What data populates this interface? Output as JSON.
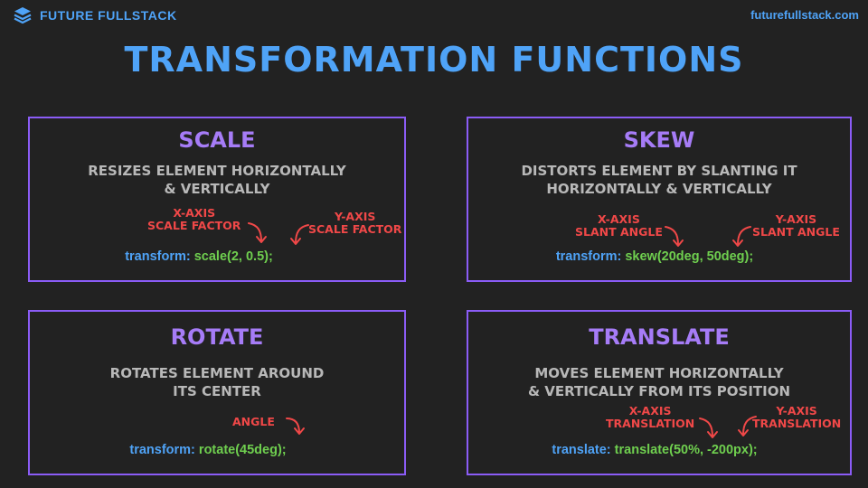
{
  "header": {
    "brand": "FUTURE FULLSTACK",
    "url": "futurefullstack.com",
    "title": "TRANSFORMATION FUNCTIONS"
  },
  "colors": {
    "background": "#222222",
    "accent_blue": "#4fa3f7",
    "card_border": "#8b5cf6",
    "card_title": "#a67cf7",
    "annotation_red": "#f04848",
    "code_value_green": "#6fcf4f",
    "description_grey": "#b8b8b8"
  },
  "cards": {
    "scale": {
      "title": "SCALE",
      "desc": [
        "RESIZES ELEMENT HORIZONTALLY",
        "& VERTICALLY"
      ],
      "anno1": [
        "X-AXIS",
        "SCALE FACTOR"
      ],
      "anno2": [
        "Y-AXIS",
        "SCALE FACTOR"
      ],
      "code_prop": "transform:",
      "code_val": "scale(2, 0.5);"
    },
    "skew": {
      "title": "SKEW",
      "desc": [
        "DISTORTS ELEMENT BY SLANTING IT",
        "HORIZONTALLY & VERTICALLY"
      ],
      "anno1": [
        "X-AXIS",
        "SLANT ANGLE"
      ],
      "anno2": [
        "Y-AXIS",
        "SLANT ANGLE"
      ],
      "code_prop": "transform:",
      "code_val": "skew(20deg, 50deg);"
    },
    "rotate": {
      "title": "ROTATE",
      "desc": [
        "ROTATES ELEMENT AROUND",
        "ITS CENTER"
      ],
      "anno1": [
        "ANGLE"
      ],
      "code_prop": "transform:",
      "code_val": "rotate(45deg);"
    },
    "translate": {
      "title": "TRANSLATE",
      "desc": [
        "MOVES ELEMENT HORIZONTALLY",
        "& VERTICALLY FROM ITS POSITION"
      ],
      "anno1": [
        "X-AXIS",
        "TRANSLATION"
      ],
      "anno2": [
        "Y-AXIS",
        "TRANSLATION"
      ],
      "code_prop": "translate:",
      "code_val": "translate(50%, -200px);"
    }
  }
}
